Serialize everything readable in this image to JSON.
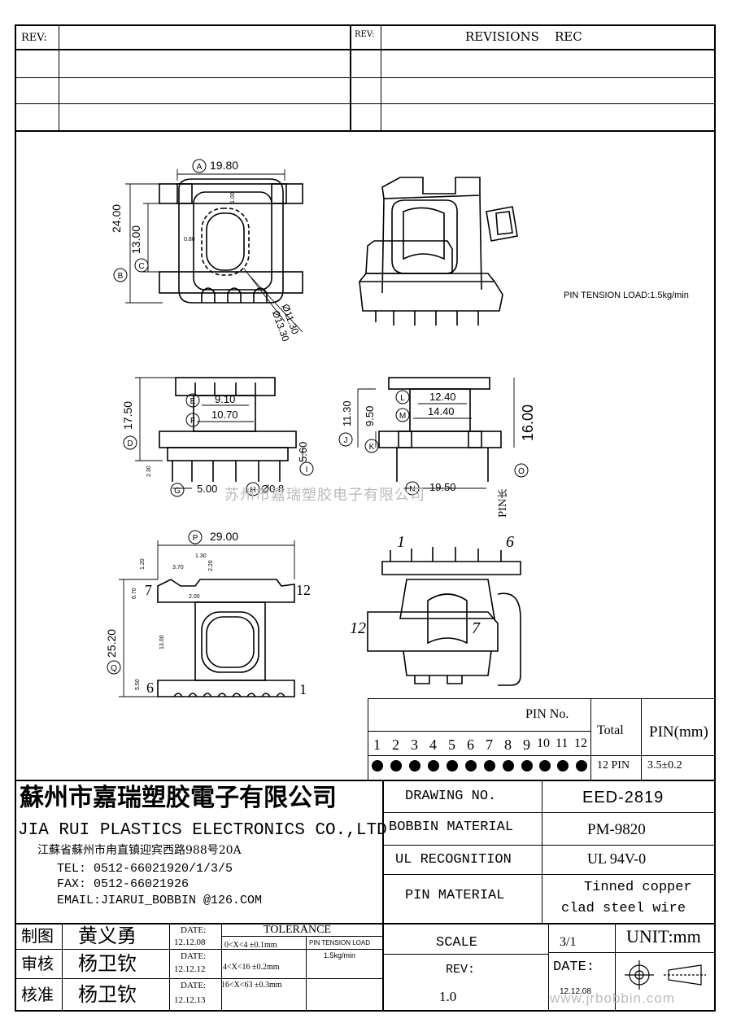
{
  "revision_block": {
    "rev_label_left": "REV:",
    "rev_label_right": "REV:",
    "revisions_header": "REVISIONS",
    "rec_header": "REC"
  },
  "notes": {
    "pin_tension_load": "PIN TENSION LOAD:1.5kg/min"
  },
  "top_view_dims": {
    "a": "19.80",
    "b": "24.00",
    "c": "13.00",
    "d100": "1.00",
    "d080": "0.80",
    "d1130": "Ø11.30",
    "d1330": "Ø13.30"
  },
  "side_view_dims": {
    "e": "9.10",
    "f": "10.70",
    "d": "17.50",
    "i": "5.60",
    "d230": "2.30",
    "g": "5.00",
    "h": "Ø0.8"
  },
  "front_view_dims": {
    "l": "12.40",
    "m": "14.40",
    "j": "11.30",
    "k": "9.50",
    "height": "16.00",
    "n": "19.50",
    "pin_long": "PIN长"
  },
  "bottom_view_dims": {
    "p": "29.00",
    "d130": "1.30",
    "d120": "1.20",
    "d370": "3.70",
    "d220": "2.20",
    "d670": "6.70",
    "d200": "2.00",
    "q": "25.20",
    "d1300": "13.00",
    "d550": "5.50",
    "pin7": "7",
    "pin12": "12",
    "pin6": "6",
    "pin1": "1"
  },
  "iso2_labels": {
    "pin1": "1",
    "pin6": "6",
    "pin12": "12",
    "pin7": "7"
  },
  "pin_table": {
    "header": "PIN No.",
    "numbers": [
      "1",
      "2",
      "3",
      "4",
      "5",
      "6",
      "7",
      "8",
      "9",
      "10",
      "11",
      "12"
    ],
    "total_label": "Total",
    "pin_mm_label": "PIN(mm)",
    "total_value": "12 PIN",
    "pin_mm_value": "3.5±0.2"
  },
  "company": {
    "name_cn": "蘇州市嘉瑞塑胶電子有限公司",
    "name_en": "JIA RUI PLASTICS ELECTRONICS CO.,LTD",
    "address": "江蘇省蘇州市甪直镇迎宾西路988号20A",
    "tel": "TEL:  0512-66021920/1/3/5",
    "fax": "FAX:  0512-66021926",
    "email": "EMAIL:JIARUI_BOBBIN @126.COM"
  },
  "spec": {
    "drawing_no_label": "DRAWING   NO.",
    "drawing_no_value": "EED-2819",
    "bobbin_material_label": "BOBBIN   MATERIAL",
    "bobbin_material_value": "PM-9820",
    "ul_label": "UL RECOGNITION",
    "ul_value": "UL 94V-0",
    "pin_material_label": "PIN MATERIAL",
    "pin_material_value_1": "Tinned copper",
    "pin_material_value_2": "clad steel wire",
    "scale_label": "SCALE",
    "scale_value": "3/1",
    "unit_label": "UNIT:mm",
    "rev_label": "REV:",
    "rev_value": "1.0",
    "date_label": "DATE:",
    "date_value": "12.12.08"
  },
  "approvals": [
    {
      "role": "制图",
      "name": "黄义勇",
      "date_label": "DATE:",
      "date": "12.12.08"
    },
    {
      "role": "审核",
      "name": "杨卫钦",
      "date_label": "DATE:",
      "date": "12.12.12"
    },
    {
      "role": "核准",
      "name": "杨卫钦",
      "date_label": "DATE:",
      "date": "12.12.13"
    }
  ],
  "tolerance": {
    "title": "TOLERANCE",
    "rows": [
      "0<X<4  ±0.1mm",
      "4<X<16 ±0.2mm",
      "16<X<63 ±0.3mm"
    ],
    "pin_tension_1": "PIN TENSION LOAD",
    "pin_tension_2": "1.5kg/min"
  },
  "watermarks": {
    "center": "苏州市嘉瑞塑胶电子有限公司",
    "url": "www.jrbobbin.com"
  }
}
